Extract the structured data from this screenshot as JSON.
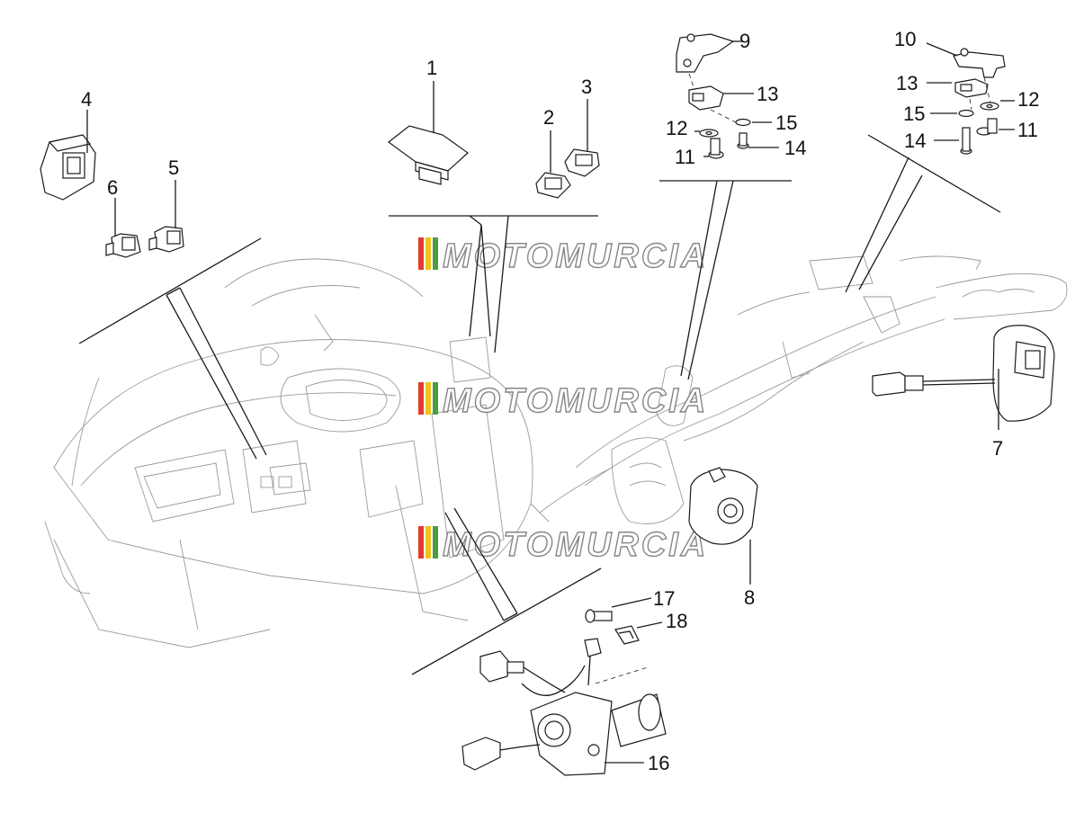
{
  "diagram": {
    "watermark": "MOTOMURCIA",
    "watermark_colors": [
      "#e23b2e",
      "#f2c21b",
      "#4a9e3f",
      "#9a9a9a"
    ],
    "callouts": [
      {
        "id": "c1",
        "label": "1"
      },
      {
        "id": "c2",
        "label": "2"
      },
      {
        "id": "c3",
        "label": "3"
      },
      {
        "id": "c4",
        "label": "4"
      },
      {
        "id": "c5",
        "label": "5"
      },
      {
        "id": "c6",
        "label": "6"
      },
      {
        "id": "c7",
        "label": "7"
      },
      {
        "id": "c8",
        "label": "8"
      },
      {
        "id": "c9",
        "label": "9"
      },
      {
        "id": "c10",
        "label": "10"
      },
      {
        "id": "c11a",
        "label": "11"
      },
      {
        "id": "c11b",
        "label": "11"
      },
      {
        "id": "c12a",
        "label": "12"
      },
      {
        "id": "c12b",
        "label": "12"
      },
      {
        "id": "c13a",
        "label": "13"
      },
      {
        "id": "c13b",
        "label": "13"
      },
      {
        "id": "c14a",
        "label": "14"
      },
      {
        "id": "c14b",
        "label": "14"
      },
      {
        "id": "c15a",
        "label": "15"
      },
      {
        "id": "c15b",
        "label": "15"
      },
      {
        "id": "c16",
        "label": "16"
      },
      {
        "id": "c17",
        "label": "17"
      },
      {
        "id": "c18",
        "label": "18"
      }
    ]
  }
}
